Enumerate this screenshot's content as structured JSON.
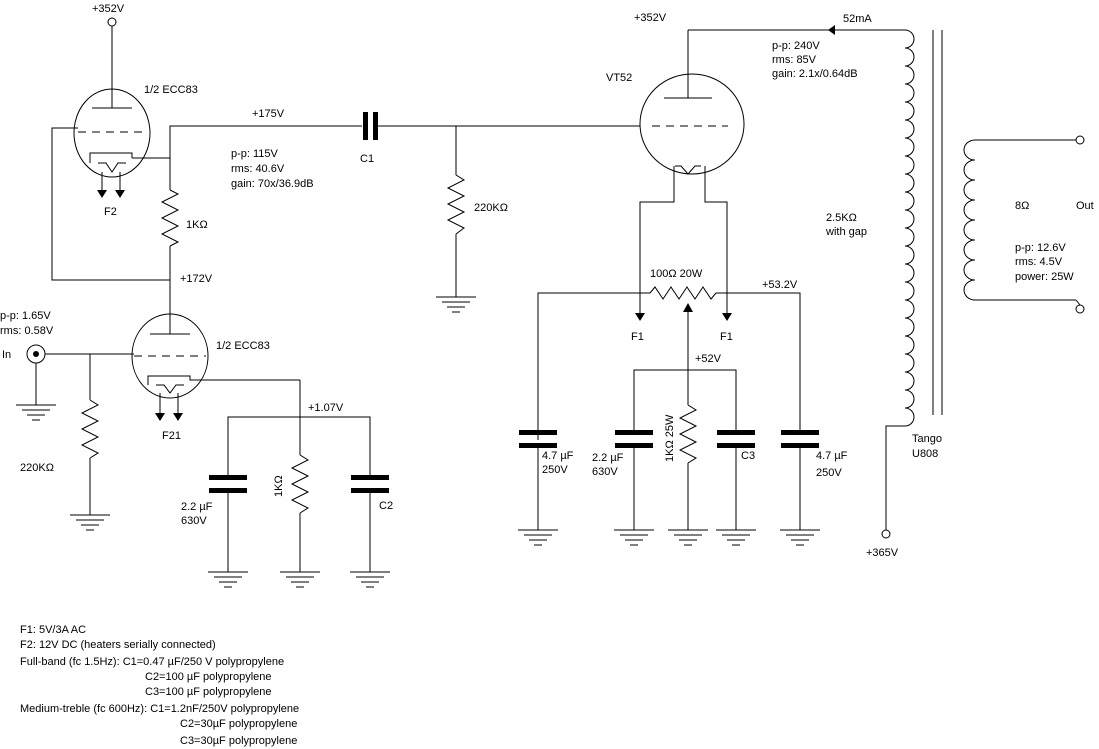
{
  "labels": {
    "v352_left": "+352V",
    "ecc83_top": "1/2 ECC83",
    "v175": "+175V",
    "c1": "C1",
    "pp1_a": "p-p: 115V",
    "pp1_b": "rms: 40.6V",
    "pp1_c": "gain: 70x/36.9dB",
    "f2": "F2",
    "r1k_top": "1KΩ",
    "r220k_mid": "220KΩ",
    "v172": "+172V",
    "in_pp": "p-p: 1.65V",
    "in_rms": "rms: 0.58V",
    "in": "In",
    "ecc83_bot": "1/2 ECC83",
    "f21": "F21",
    "v107": "+1.07V",
    "r220k_in": "220KΩ",
    "c22_a": "2.2 µF",
    "c22_b": "630V",
    "r1k_bot": "1KΩ",
    "c2": "C2",
    "v352_right": "+352V",
    "vt52": "VT52",
    "ma52": "52mA",
    "out_pp_a": "p-p: 240V",
    "out_pp_b": "rms: 85V",
    "out_pp_c": "gain: 2.1x/0.64dB",
    "pri_imp_a": "2.5KΩ",
    "pri_imp_b": "with gap",
    "pot": "100Ω 20W",
    "v532": "+53.2V",
    "f1_l": "F1",
    "f1_r": "F1",
    "v52": "+52V",
    "c47l_a": "4.7 µF",
    "c47l_b": "250V",
    "c22r_a": "2.2 µF",
    "c22r_b": "630V",
    "r1k25w": "1KΩ 25W",
    "c3": "C3",
    "c47r_a": "4.7 µF",
    "c47r_b": "250V",
    "sec_imp": "8Ω",
    "out": "Out",
    "sec_pp_a": "p-p: 12.6V",
    "sec_pp_b": "rms: 4.5V",
    "sec_pp_c": "power: 25W",
    "tango_a": "Tango",
    "tango_b": "U808",
    "v365": "+365V"
  },
  "notes": [
    "F1: 5V/3A AC",
    "F2: 12V DC (heaters serially connected)",
    "Full-band (fc 1.5Hz): C1=0.47 µF/250 V polypropylene",
    "C2=100 µF polypropylene",
    "C3=100 µF polypropylene",
    "Medium-treble (fc 600Hz): C1=1.2nF/250V polypropylene",
    "C2=30µF polypropylene",
    "C3=30µF polypropylene"
  ]
}
